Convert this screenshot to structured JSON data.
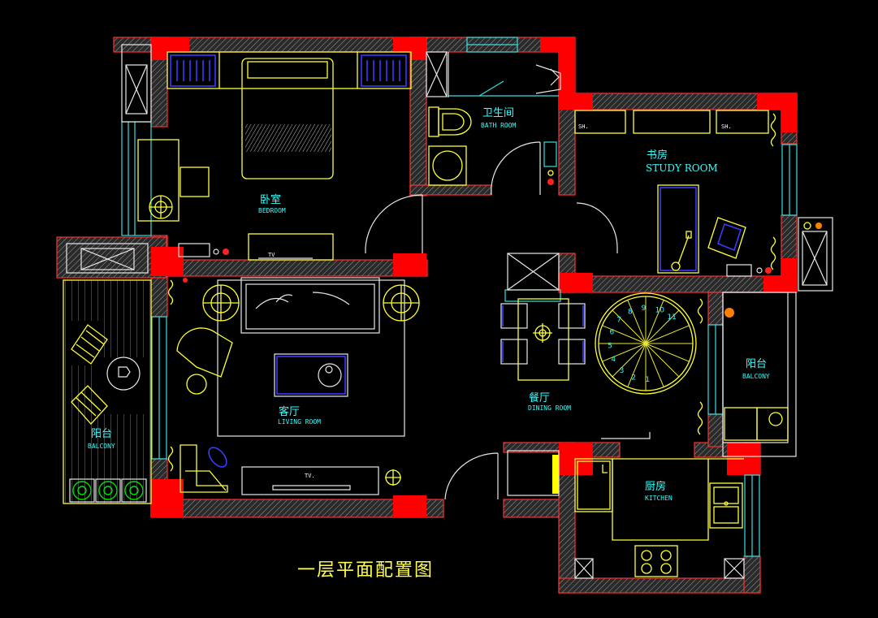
{
  "drawing": {
    "title": "一层平面配置图"
  },
  "rooms": {
    "bedroom": {
      "cn": "卧室",
      "en": "BEDROOM"
    },
    "bathroom": {
      "cn": "卫生间",
      "en": "BATH ROOM"
    },
    "study": {
      "cn": "书房",
      "en": "STUDY ROOM"
    },
    "living": {
      "cn": "客厅",
      "en": "LIVING ROOM"
    },
    "dining": {
      "cn": "餐厅",
      "en": "DINING ROOM"
    },
    "kitchen": {
      "cn": "厨房",
      "en": "KITCHEN"
    },
    "balcony_west": {
      "cn": "阳台",
      "en": "BALCONY"
    },
    "balcony_east": {
      "cn": "阳台",
      "en": "BALCONY"
    }
  },
  "fixtures": {
    "tv_bedroom": "TV",
    "tv_living": "TV.",
    "shelf_left": "SH.",
    "shelf_right": "SH."
  },
  "stair": {
    "steps": [
      "1",
      "2",
      "3",
      "4",
      "5",
      "6",
      "7",
      "8",
      "9",
      "10",
      "11"
    ]
  },
  "colors": {
    "wall_outline": "#ff3030",
    "column": "#ff0000",
    "furniture": "#ffff33",
    "labels": "#33ffff",
    "windows": "#33e0e0",
    "background": "#000000"
  }
}
